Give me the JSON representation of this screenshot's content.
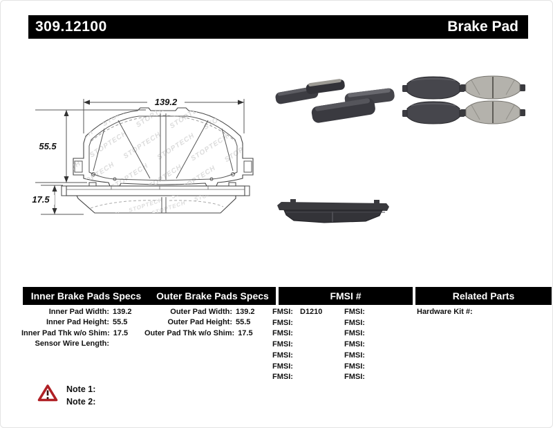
{
  "header": {
    "part_number": "309.12100",
    "product_type": "Brake Pad"
  },
  "drawing": {
    "watermark": "STOPTECH",
    "dims": {
      "width": "139.2",
      "height": "55.5",
      "thickness": "17.5"
    }
  },
  "table": {
    "headers": {
      "inner": "Inner Brake Pads Specs",
      "outer": "Outer Brake Pads Specs",
      "fmsi": "FMSI #",
      "related": "Related Parts"
    },
    "inner_specs": [
      {
        "label": "Inner Pad Width:",
        "value": "139.2"
      },
      {
        "label": "Inner Pad Height:",
        "value": "55.5"
      },
      {
        "label": "Inner Pad Thk w/o Shim:",
        "value": "17.5"
      },
      {
        "label": "Sensor Wire Length:",
        "value": ""
      }
    ],
    "outer_specs": [
      {
        "label": "Outer Pad Width:",
        "value": "139.2"
      },
      {
        "label": "Outer Pad Height:",
        "value": "55.5"
      },
      {
        "label": "Outer Pad Thk w/o Shim:",
        "value": "17.5"
      }
    ],
    "fmsi_left": [
      {
        "label": "FMSI:",
        "value": "D1210"
      },
      {
        "label": "FMSI:",
        "value": ""
      },
      {
        "label": "FMSI:",
        "value": ""
      },
      {
        "label": "FMSI:",
        "value": ""
      },
      {
        "label": "FMSI:",
        "value": ""
      },
      {
        "label": "FMSI:",
        "value": ""
      },
      {
        "label": "FMSI:",
        "value": ""
      }
    ],
    "fmsi_right": [
      {
        "label": "FMSI:",
        "value": ""
      },
      {
        "label": "FMSI:",
        "value": ""
      },
      {
        "label": "FMSI:",
        "value": ""
      },
      {
        "label": "FMSI:",
        "value": ""
      },
      {
        "label": "FMSI:",
        "value": ""
      },
      {
        "label": "FMSI:",
        "value": ""
      },
      {
        "label": "FMSI:",
        "value": ""
      }
    ],
    "related_parts": [
      {
        "label": "Hardware Kit #:",
        "value": ""
      }
    ]
  },
  "notes": [
    {
      "label": "Note 1:",
      "text": ""
    },
    {
      "label": "Note 2:",
      "text": ""
    }
  ]
}
